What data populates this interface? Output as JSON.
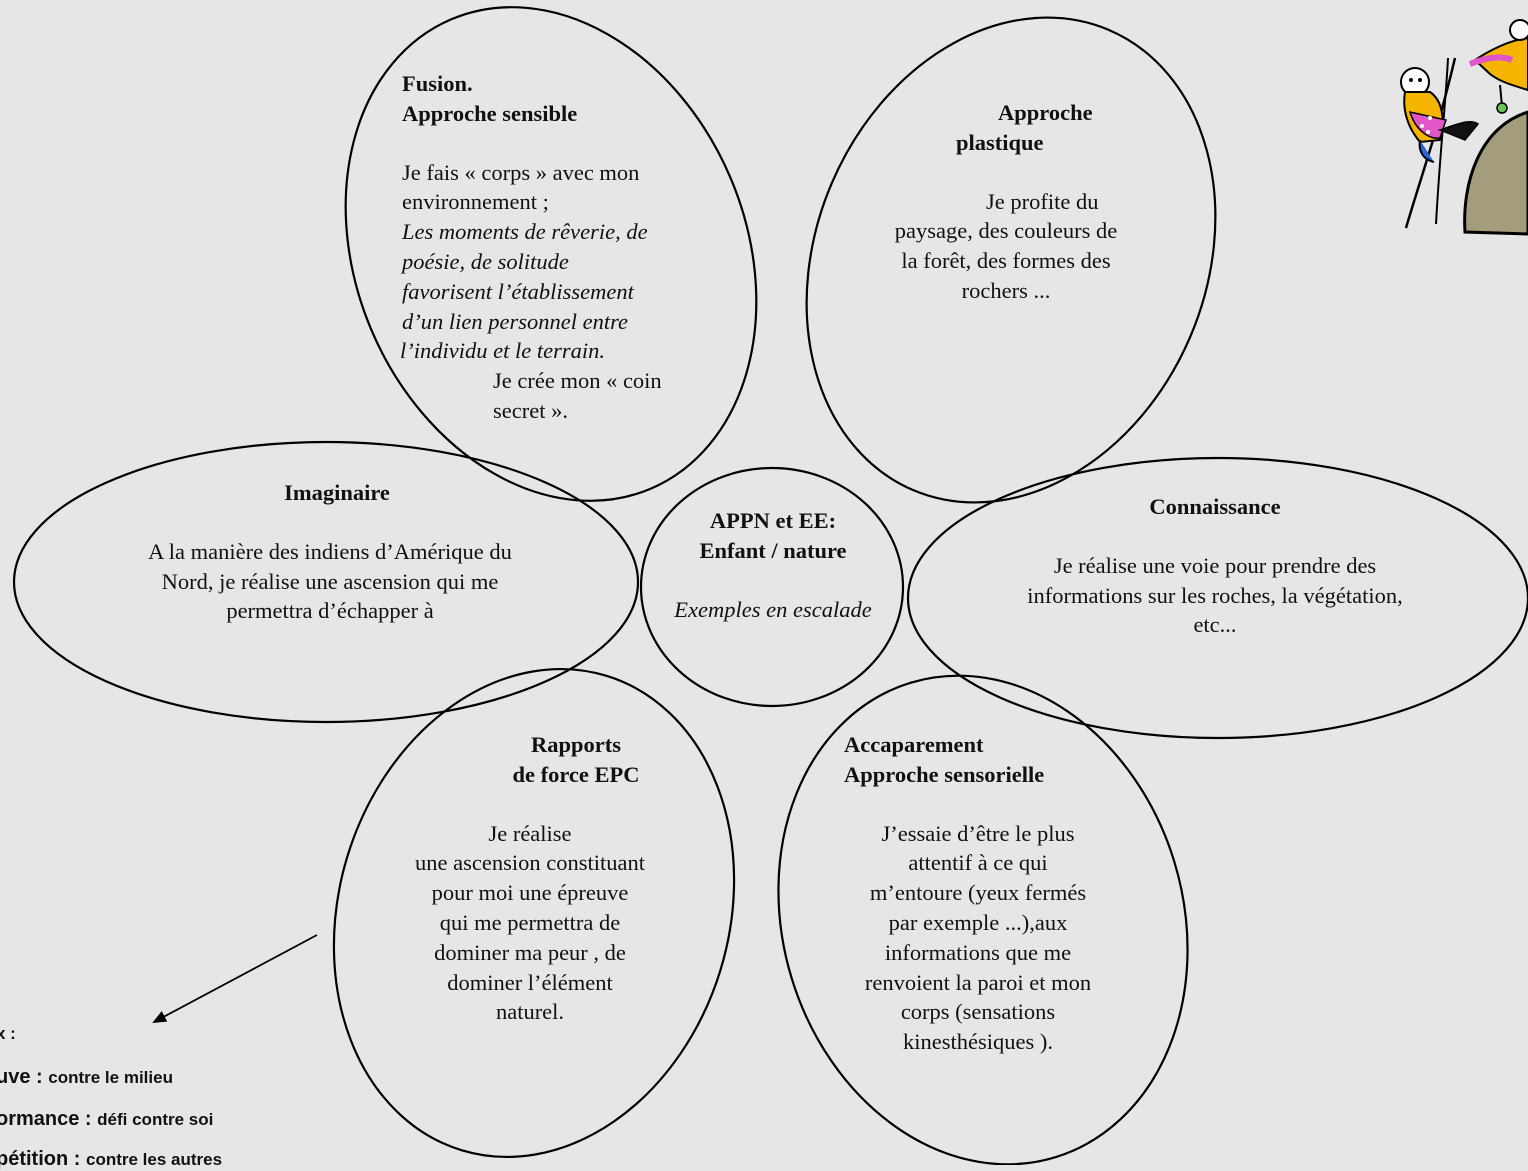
{
  "center": {
    "title_line1": "APPN  et EE:",
    "title_line2": "Enfant / nature",
    "subtitle": "Exemples en escalade"
  },
  "petals": {
    "fusion": {
      "title_line1": "Fusion.",
      "title_line2": "Approche sensible",
      "line1": "Je fais « corps » avec mon",
      "line2": "environnement ;",
      "italic_lines": [
        "Les moments de rêverie, de",
        "poésie, de  solitude",
        "favorisent l’établissement",
        "d’un lien personnel entre",
        "l’individu et le terrain."
      ],
      "line3": "Je crée mon « coin",
      "line4": "secret »."
    },
    "plastique": {
      "title_line1": "Approche",
      "title_line2": "plastique",
      "lines": [
        "Je profite du",
        "paysage, des couleurs de",
        "la forêt, des formes des",
        "rochers ..."
      ]
    },
    "imaginaire": {
      "title": "Imaginaire",
      "lines": [
        "A la manière des indiens d’Amérique du",
        "Nord, je réalise une ascension qui me",
        "permettra d’échapper à"
      ]
    },
    "connaissance": {
      "title": "Connaissance",
      "lines": [
        "Je réalise une voie pour prendre des",
        "informations sur les roches,  la végétation,",
        "etc..."
      ]
    },
    "rapports": {
      "title_line1": "Rapports",
      "title_line2": "de force EPC",
      "lines": [
        "Je réalise",
        "une ascension constituant",
        "pour moi une épreuve",
        "qui me permettra de",
        "dominer ma peur , de",
        "dominer l’élément",
        "naturel."
      ]
    },
    "accaparement": {
      "title_line1": "Accaparement",
      "title_line2": "Approche sensorielle",
      "lines": [
        "J’essaie d’être le plus",
        "attentif à ce qui",
        "m’entoure (yeux fermés",
        "par exemple ...),aux",
        "informations que me",
        "renvoient la paroi et mon",
        "corps (sensations",
        "kinesthésiques  )."
      ]
    }
  },
  "legend": {
    "line1": "x :",
    "line2_bold": "uve : ",
    "line2_rest": "contre le milieu",
    "line3_bold": "ormance : ",
    "line3_rest": "défi contre soi",
    "line4_bold": "pétition : ",
    "line4_rest": "contre les autres"
  },
  "colors": {
    "background": "#e6e6e6",
    "stroke": "#000000",
    "rock": "#a39d7d"
  },
  "icons": {
    "climber": "climber-illustration-icon",
    "arrow": "arrow-icon"
  }
}
